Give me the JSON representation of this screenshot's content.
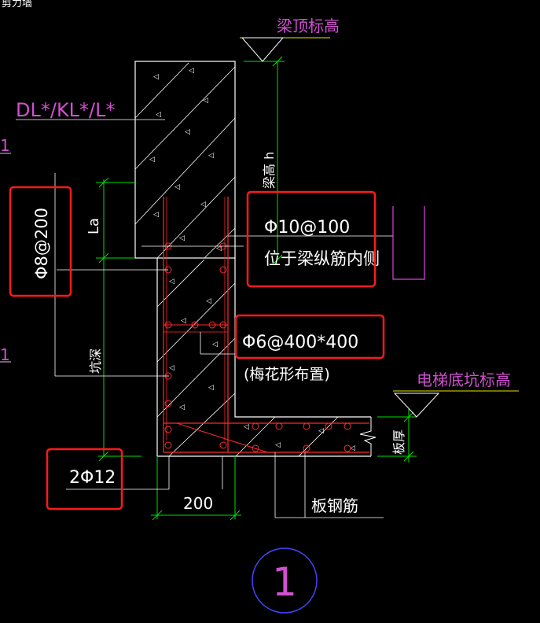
{
  "labels": {
    "corner_fragment": "剪力墙",
    "beam_top_elevation": "梁顶标高",
    "beam_type": "DL*/KL*/L*",
    "left_marker_1": "1",
    "left_marker_2": "1",
    "beam_height": "梁高 h",
    "anchorage": "La",
    "stirrup_left": "Φ8@200",
    "stirrup_inner": "Φ10@100",
    "stirrup_inner_note": "位于梁纵筋内侧",
    "tie_bar": "Φ6@400*400",
    "tie_bar_note": "(梅花形布置)",
    "pit_bottom_elevation": "电梯底坑标高",
    "wall_height": "坑深",
    "slab_thickness": "板厚",
    "bottom_bars": "2Φ12",
    "width_dim": "200",
    "slab_rebar": "板钢筋",
    "detail_number": "1"
  },
  "colors": {
    "background": "#000000",
    "outline": "#ffffff",
    "rebar": "#ff2a2a",
    "dimension": "#00e000",
    "elevation_text": "#d050d0",
    "highlight_box": "#ff1a1a",
    "detail_circle": "#4444ff",
    "elevation_mark": "#e8e800"
  }
}
